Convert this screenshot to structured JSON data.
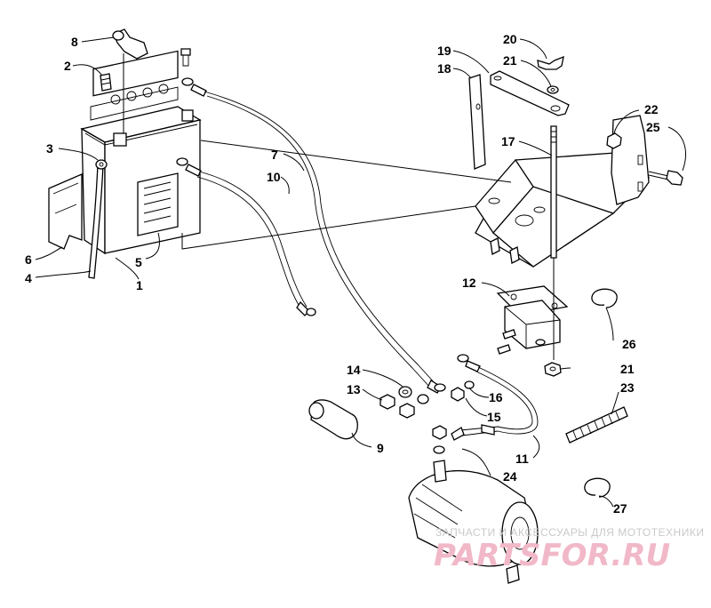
{
  "callouts": [
    {
      "id": "1",
      "text": "1"
    },
    {
      "id": "2",
      "text": "2"
    },
    {
      "id": "3",
      "text": "3"
    },
    {
      "id": "4",
      "text": "4"
    },
    {
      "id": "5",
      "text": "5"
    },
    {
      "id": "6",
      "text": "6"
    },
    {
      "id": "7",
      "text": "7"
    },
    {
      "id": "8",
      "text": "8"
    },
    {
      "id": "9",
      "text": "9"
    },
    {
      "id": "10",
      "text": "10"
    },
    {
      "id": "11",
      "text": "11"
    },
    {
      "id": "12",
      "text": "12"
    },
    {
      "id": "13",
      "text": "13"
    },
    {
      "id": "14",
      "text": "14"
    },
    {
      "id": "15",
      "text": "15"
    },
    {
      "id": "16",
      "text": "16"
    },
    {
      "id": "17",
      "text": "17"
    },
    {
      "id": "18",
      "text": "18"
    },
    {
      "id": "19",
      "text": "19"
    },
    {
      "id": "20",
      "text": "20"
    },
    {
      "id": "21a",
      "text": "21"
    },
    {
      "id": "21b",
      "text": "21"
    },
    {
      "id": "22",
      "text": "22"
    },
    {
      "id": "23",
      "text": "23"
    },
    {
      "id": "24",
      "text": "24"
    },
    {
      "id": "25",
      "text": "25"
    },
    {
      "id": "26",
      "text": "26"
    },
    {
      "id": "27",
      "text": "27"
    }
  ],
  "watermark": {
    "tagline": "ЗАПЧАСТИ И АКСЕССУАРЫ ДЛЯ МОТОТЕХНИКИ",
    "brand": "PARTSFOR.RU"
  },
  "colors": {
    "ink": "#000000",
    "watermark_text": "#c9c9c9",
    "watermark_brand": "#f1b8c8"
  }
}
